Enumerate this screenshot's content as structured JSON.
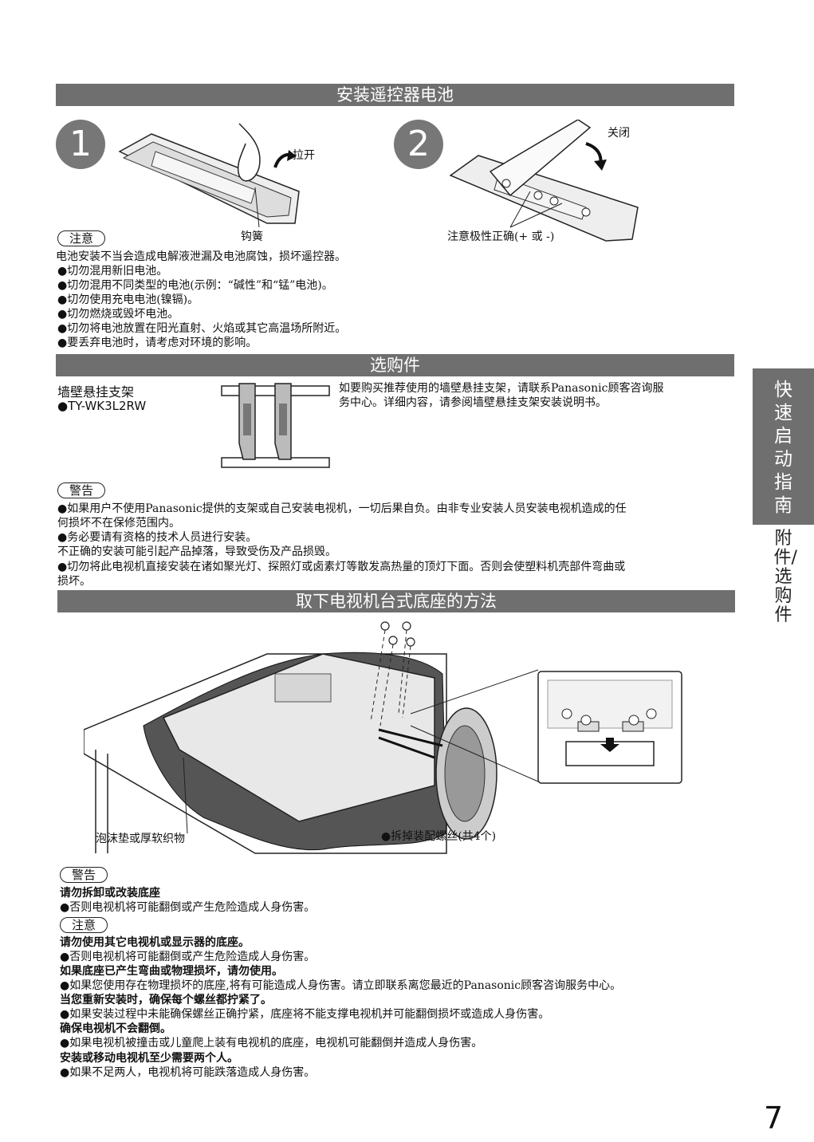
{
  "sections": {
    "battery": "安装遥控器电池",
    "options": "选购件",
    "remove_stand": "取下电视机台式底座的方法"
  },
  "steps": {
    "one": "1",
    "two": "2"
  },
  "battery_labels": {
    "pull_open": "拉开",
    "hook": "钩簧",
    "close": "关闭",
    "polarity": "注意极性正确(+ 或 -)"
  },
  "battery_caution": {
    "badge": "注意",
    "intro": "电池安装不当会造成电解液泄漏及电池腐蚀，损坏遥控器。",
    "items": [
      "●切勿混用新旧电池。",
      "●切勿混用不同类型的电池(示例：“碱性”和“锰”电池)。",
      "●切勿使用充电电池(镍镉)。",
      "●切勿燃烧或毁坏电池。",
      "●切勿将电池放置在阳光直射、火焰或其它高温场所附近。",
      "●要丢弃电池时，请考虑对环境的影响。"
    ]
  },
  "options": {
    "product_title": "墙壁悬挂支架",
    "model": "●TY-WK3L2RW",
    "desc_line1": "如要购买推荐使用的墙壁悬挂支架，请联系Panasonic顾客咨询服",
    "desc_line2": "务中心。详细内容，请参阅墙壁悬挂支架安装说明书。"
  },
  "wall_warning": {
    "badge": "警告",
    "lines": [
      "●如果用户不使用Panasonic提供的支架或自己安装电视机，一切后果自负。由非专业安装人员安装电视机造成的任",
      "  何损坏不在保修范围内。",
      "●务必要请有资格的技术人员进行安装。",
      "  不正确的安装可能引起产品掉落，导致受伤及产品损毁。",
      "●切勿将此电视机直接安装在诸如聚光灯、探照灯或卤素灯等散发高热量的顶灯下面。否则会使塑料机壳部件弯曲或",
      "  损坏。"
    ]
  },
  "stand_labels": {
    "foam": "泡沫垫或厚软织物",
    "screws": "●拆掉装配螺丝(共4个)"
  },
  "stand_warning": {
    "badge": "警告",
    "heading": "请勿拆卸或改装底座",
    "item": "●否则电视机将可能翻倒或产生危险造成人身伤害。"
  },
  "stand_caution": {
    "badge": "注意",
    "groups": [
      {
        "heading": "请勿使用其它电视机或显示器的底座。",
        "item": "●否则电视机将可能翻倒或产生危险造成人身伤害。"
      },
      {
        "heading": "如果底座已产生弯曲或物理损坏，请勿使用。",
        "item": "●如果您使用存在物理损坏的底座,将有可能造成人身伤害。请立即联系离您最近的Panasonic顾客咨询服务中心。"
      },
      {
        "heading": "当您重新安装时，确保每个螺丝都拧紧了。",
        "item": "●如果安装过程中未能确保螺丝正确拧紧，底座将不能支撑电视机并可能翻倒损坏或造成人身伤害。"
      },
      {
        "heading": "确保电视机不会翻倒。",
        "item": "●如果电视机被撞击或儿童爬上装有电视机的底座，电视机可能翻倒并造成人身伤害。"
      },
      {
        "heading": "安装或移动电视机至少需要两个人。",
        "item": "●如果不足两人，电视机将可能跌落造成人身伤害。"
      }
    ]
  },
  "side_tab": {
    "main": "快速启动指南",
    "sub": "附件/选购件"
  },
  "page_number": "7"
}
